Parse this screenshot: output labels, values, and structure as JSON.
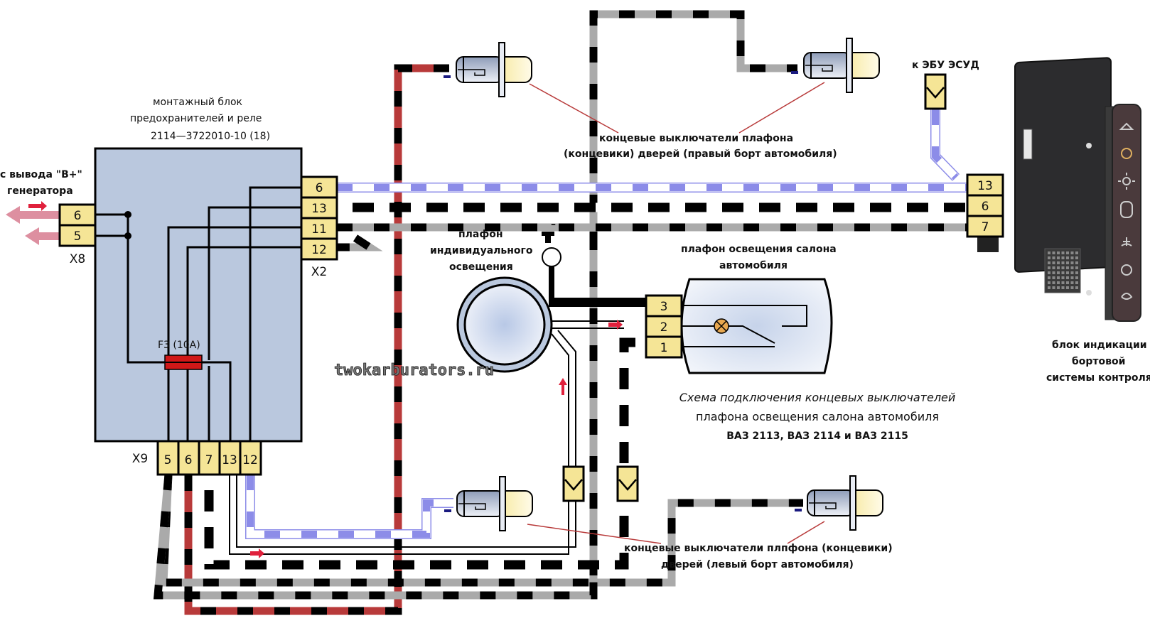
{
  "mounting_block": {
    "title_line1": "монтажный блок",
    "title_line2": "предохранителей и реле",
    "title_line3": "2114—3722010-10 (18)",
    "fuse_label": "F3 (10А)",
    "fill_color": "#bac8de"
  },
  "generator": {
    "label_line1": "с вывода \"В+\"",
    "label_line2": "генератора"
  },
  "connectors": {
    "x8": {
      "name": "X8",
      "pins": [
        "6",
        "5"
      ]
    },
    "x2": {
      "name": "X2",
      "pins": [
        "6",
        "13",
        "11",
        "12"
      ]
    },
    "x9": {
      "name": "X9",
      "pins": [
        "5",
        "6",
        "7",
        "13",
        "12"
      ]
    },
    "indicator": {
      "pins": [
        "13",
        "6",
        "7"
      ]
    },
    "ceiling_lamp": {
      "pins": [
        "3",
        "2",
        "1"
      ]
    }
  },
  "labels": {
    "right_switches_line1": "концевые выключатели плафона",
    "right_switches_line2": "(концевики) дверей (правый борт автомобиля)",
    "left_switches_line1": "концевые выключатели плпфона (концевики)",
    "left_switches_line2": "дверей (левый борт автомобиля)",
    "individual_lamp_line1": "плафон",
    "individual_lamp_line2": "индивидуального",
    "individual_lamp_line3": "освещения",
    "cabin_lamp_line1": "плафон освещения салона",
    "cabin_lamp_line2": "автомобиля",
    "ecu": "к ЭБУ ЭСУД",
    "indicator_line1": "блок индикации",
    "indicator_line2": "бортовой",
    "indicator_line3": "системы контроля",
    "minus": "–"
  },
  "caption": {
    "line1": "Схема подключения концевых выключателей",
    "line2": "плафона освещения салона автомобиля",
    "line3": "ВАЗ 2113, ВАЗ 2114 и ВАЗ 2115"
  },
  "watermark": "twokarburators.ru",
  "colors": {
    "connector_fill": "#f5e596",
    "wire_red": "#b83a3a",
    "wire_blue": "#8c8ce8",
    "wire_gray": "#aaaaaa",
    "fuse_red": "#d01818",
    "arrow_pink": "#dd8fa0",
    "arrow_red": "#e0203c"
  }
}
